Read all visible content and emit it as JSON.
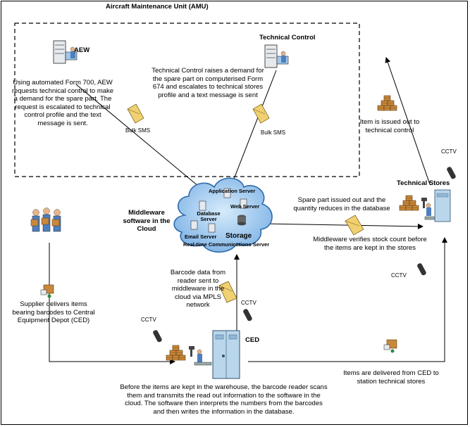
{
  "amu_title": "Aircraft Maintenance Unit (AMU)",
  "nodes": {
    "aew": "AEW",
    "technical_control": "Technical Control",
    "middleware": "Middleware software in the Cloud",
    "technical_stores": "Technical Stores",
    "ced": "CED"
  },
  "cloud_labels": {
    "database_server": "Database Server",
    "application_server": "Application Server",
    "web_server": "Web Server",
    "email_server": "Email Server",
    "storage": "Storage",
    "realtime_server": "Real-time Communications Server"
  },
  "texts": {
    "aew_desc": "Using automated Form 700, AEW requests technical control to make a demand for the spare part. The request is escalated to technical control profile and the text message is sent.",
    "tc_desc": "Technical Control raises a demand for the spare part on computerised Form 674 and escalates to technical stores profile and a text message is sent",
    "bulk_sms_1": "Bulk SMS",
    "bulk_sms_2": "Bulk SMS",
    "issued_out": "Item is issued out to technical control",
    "spare_part_issued": "Spare part issued out and the quantity reduces in the database",
    "middleware_verifies": "Middleware verifies stock count before the items are kept in the stores",
    "barcode_data": "Barcode data from reader sent to middleware in the cloud via MPLS network",
    "supplier": "Supplier delivers items bearing barcodes to Central Equipment Depot (CED)",
    "items_delivered": "Items are delivered from CED to station technical stores",
    "bottom_desc": "Before the items are kept in the warehouse, the barcode reader scans them and transmits the read out information to the software in the cloud. The software then interprets the numbers from the barcodes and then writes the information in the database."
  },
  "cctv": [
    "CCTV",
    "CCTV",
    "CCTV",
    "CCTV"
  ],
  "colors": {
    "cloud": "#8fc0ec",
    "box": "#c9893a",
    "parcel": "#f0d070",
    "server": "#e6e9ee",
    "cabinet": "#b9d6ea"
  },
  "icons": [
    "server-user-icon",
    "cloud-icon",
    "boxes-icon",
    "camera-icon",
    "envelope-icon",
    "barcode-scanner-icon",
    "worker-icon",
    "building-icon"
  ]
}
